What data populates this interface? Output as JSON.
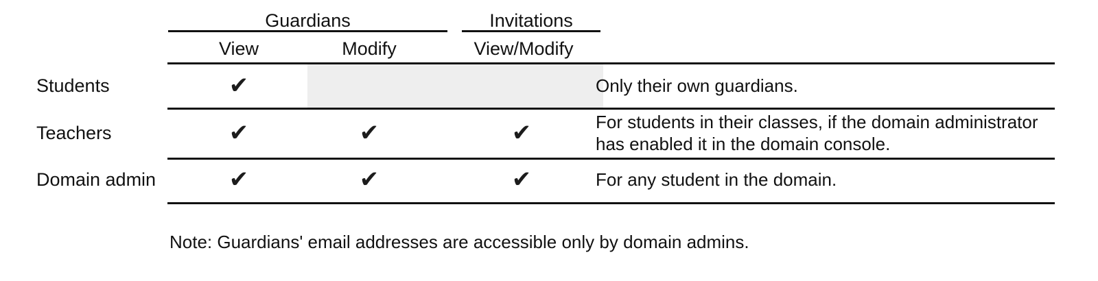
{
  "table": {
    "column_groups": [
      {
        "label": "Guardians",
        "span": 2
      },
      {
        "label": "Invitations",
        "span": 1
      }
    ],
    "columns": [
      {
        "key": "view",
        "label": "View"
      },
      {
        "key": "modify",
        "label": "Modify"
      },
      {
        "key": "view_modify",
        "label": "View/Modify"
      },
      {
        "key": "notes",
        "label": ""
      }
    ],
    "check_glyph": "✔",
    "rows": [
      {
        "label": "Students",
        "guardians_view": true,
        "guardians_modify": false,
        "invitations_view_modify": false,
        "shaded": true,
        "notes": "Only their own guardians."
      },
      {
        "label": "Teachers",
        "guardians_view": true,
        "guardians_modify": true,
        "invitations_view_modify": true,
        "shaded": false,
        "notes": "For students in their classes, if the domain administrator has enabled it in the domain console."
      },
      {
        "label": "Domain admin",
        "guardians_view": true,
        "guardians_modify": true,
        "invitations_view_modify": true,
        "shaded": false,
        "notes": "For any student in the domain."
      }
    ]
  },
  "footnote": "Note: Guardians' email addresses are accessible only by domain admins.",
  "colors": {
    "background": "#ffffff",
    "text": "#111111",
    "rule": "#111111",
    "shaded_cell": "#eeeeee",
    "check": "#1c1c1c"
  }
}
